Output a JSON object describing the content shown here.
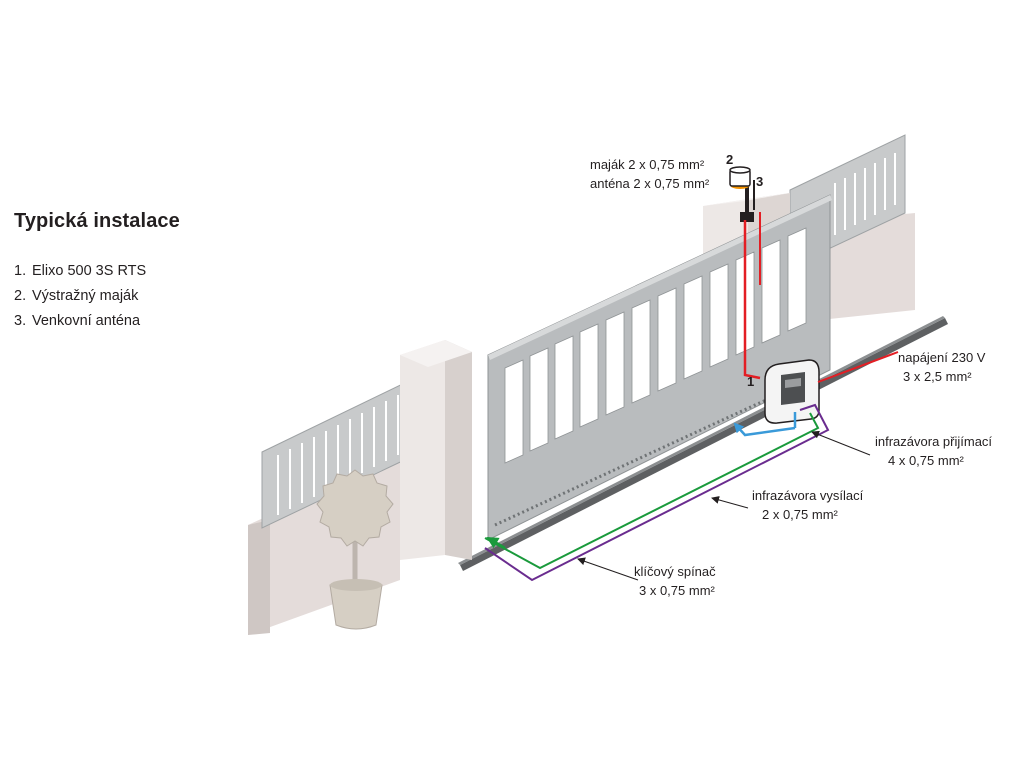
{
  "legend": {
    "title": "Typická instalace",
    "items": [
      {
        "num": "1.",
        "label": "Elixo 500 3S RTS"
      },
      {
        "num": "2.",
        "label": "Výstražný maják"
      },
      {
        "num": "3.",
        "label": "Venkovní anténa"
      }
    ]
  },
  "markers": {
    "m1": "1",
    "m2": "2",
    "m3": "3"
  },
  "callouts": {
    "beacon_line1": "maják 2 x 0,75 mm²",
    "beacon_line2": "anténa 2 x 0,75 mm²",
    "power_line1": "napájení 230 V",
    "power_line2": "3 x 2,5 mm²",
    "receiver_line1": "infrazávora přijímací",
    "receiver_line2": "4 x 0,75 mm²",
    "transmitter_line1": "infrazávora vysílací",
    "transmitter_line2": "2 x 0,75 mm²",
    "keyswitch_line1": "klíčový spínač",
    "keyswitch_line2": "3 x 0,75 mm²"
  },
  "colors": {
    "power_cable": "#e31e24",
    "receiver_cable": "#6a2c8f",
    "transmitter_cable": "#1a9a3c",
    "photocell_link": "#3a9ad9",
    "gate_fill": "#b9bcbe",
    "wall_fill": "#e4dcda"
  }
}
